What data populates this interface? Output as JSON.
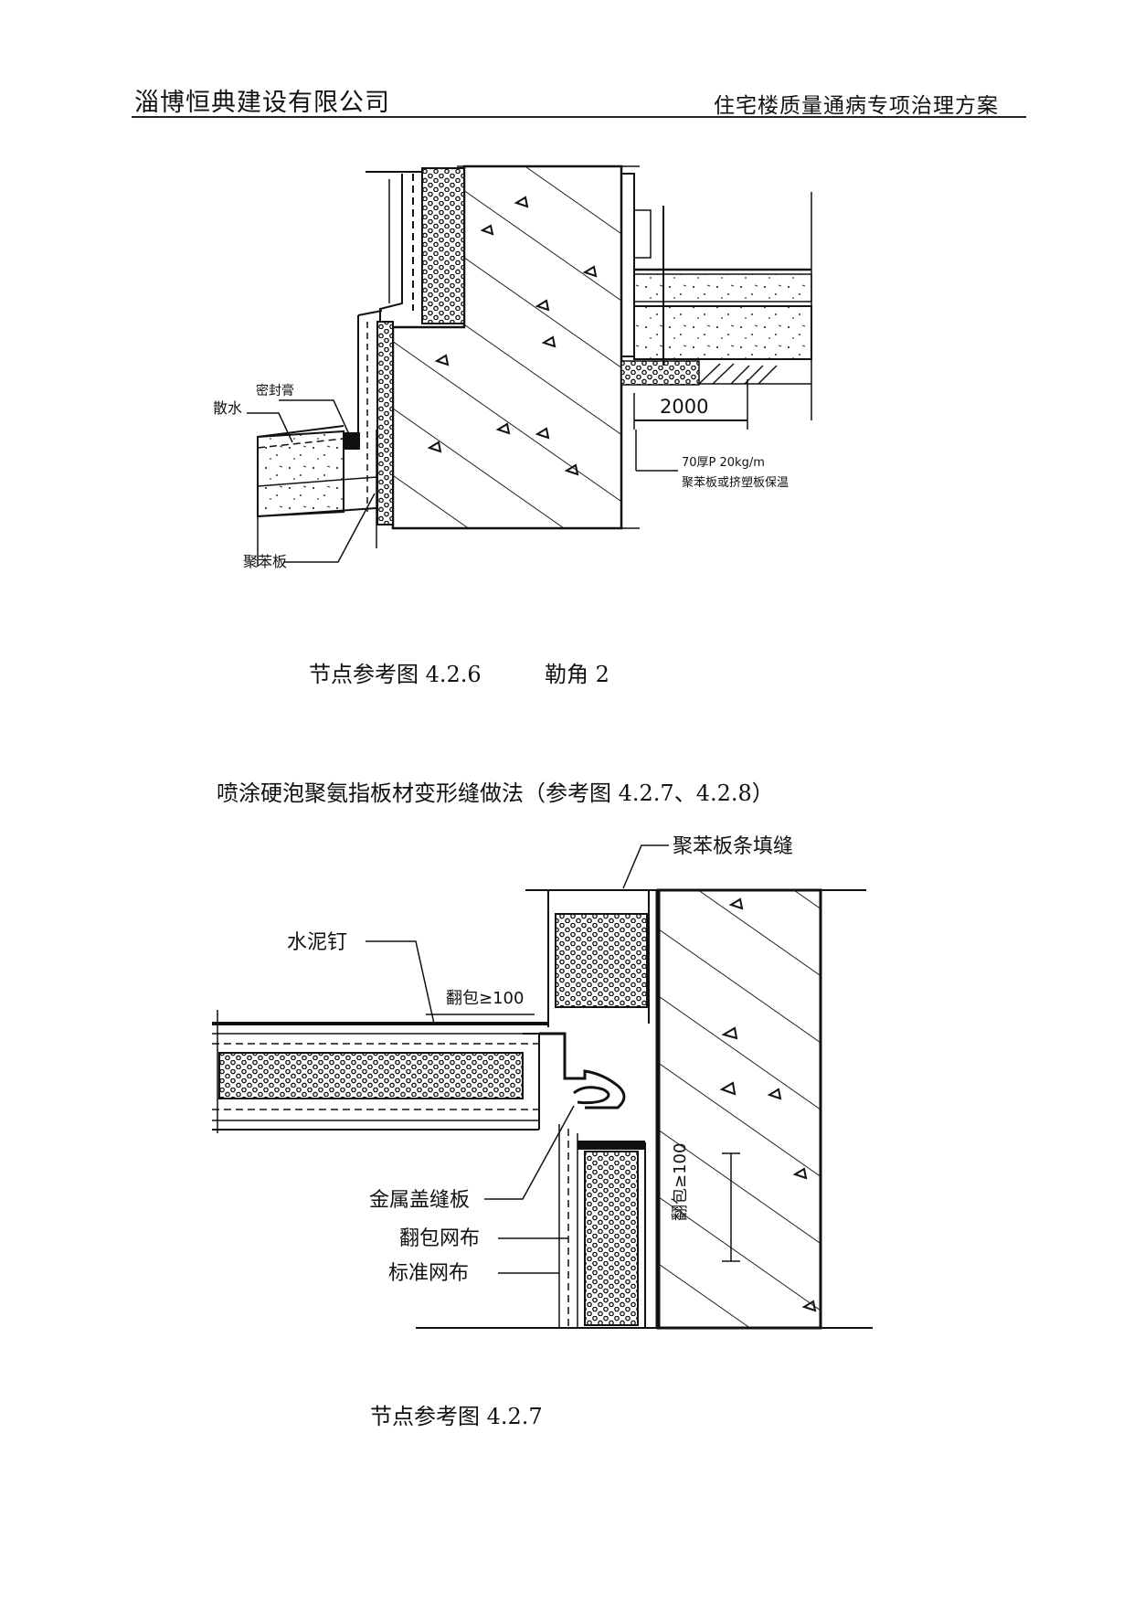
{
  "header": {
    "company": "淄博恒典建设有限公司",
    "doc_title": "住宅楼质量通病专项治理方案"
  },
  "figure1": {
    "caption_num": "节点参考图 4.2.6",
    "caption_name": "勒角 2",
    "labels": {
      "sanshui": "散水",
      "mifeng": "密封膏",
      "jubenban": "聚苯板",
      "dim": "2000",
      "note_line1": "70厚P 20kg/m",
      "note_line2": "聚苯板或挤塑板保温"
    }
  },
  "section_heading": "喷涂硬泡聚氨指板材变形缝做法（参考图 4.2.7、4.2.8）",
  "figure2": {
    "caption": "节点参考图 4.2.7",
    "labels": {
      "tianfeng": "聚苯板条填缝",
      "shuinding": "水泥钉",
      "fanbao_h": "翻包≥100",
      "fanbao_v": "翻包≥100",
      "gaifengban": "金属盖缝板",
      "fanbao_wangbu": "翻包网布",
      "biaozhun_wangbu": "标准网布"
    }
  }
}
